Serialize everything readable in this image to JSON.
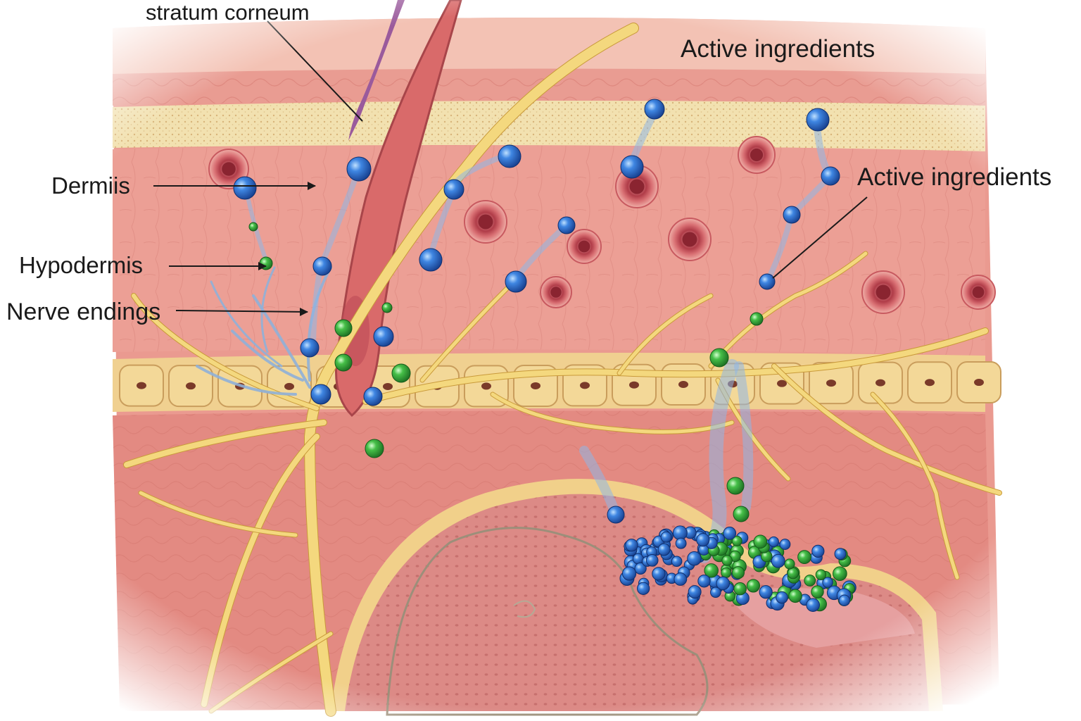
{
  "labels": {
    "stratum_corneum": "stratum corneum",
    "active_ingredients_top": "Active ingredients",
    "dermis": "Dermiis",
    "active_ingredients_right": "Active ingredients",
    "hypodermis": "Hypodermis",
    "nerve_endings": "Nerve endings"
  },
  "colors": {
    "tissue": "#e8928a",
    "tissue_light": "#f4c0b4",
    "stratum_band": "#f2e2b2",
    "fat_cells": "#f0d18e",
    "nerve": "#f2d57a",
    "hair": "#c9545c",
    "blood_vessel": "#a83a45",
    "bone": "#e8e2d6",
    "particle_blue": "#2f6fd0",
    "particle_green": "#3fb043",
    "diffusion_trail": "#8fb7e6"
  }
}
